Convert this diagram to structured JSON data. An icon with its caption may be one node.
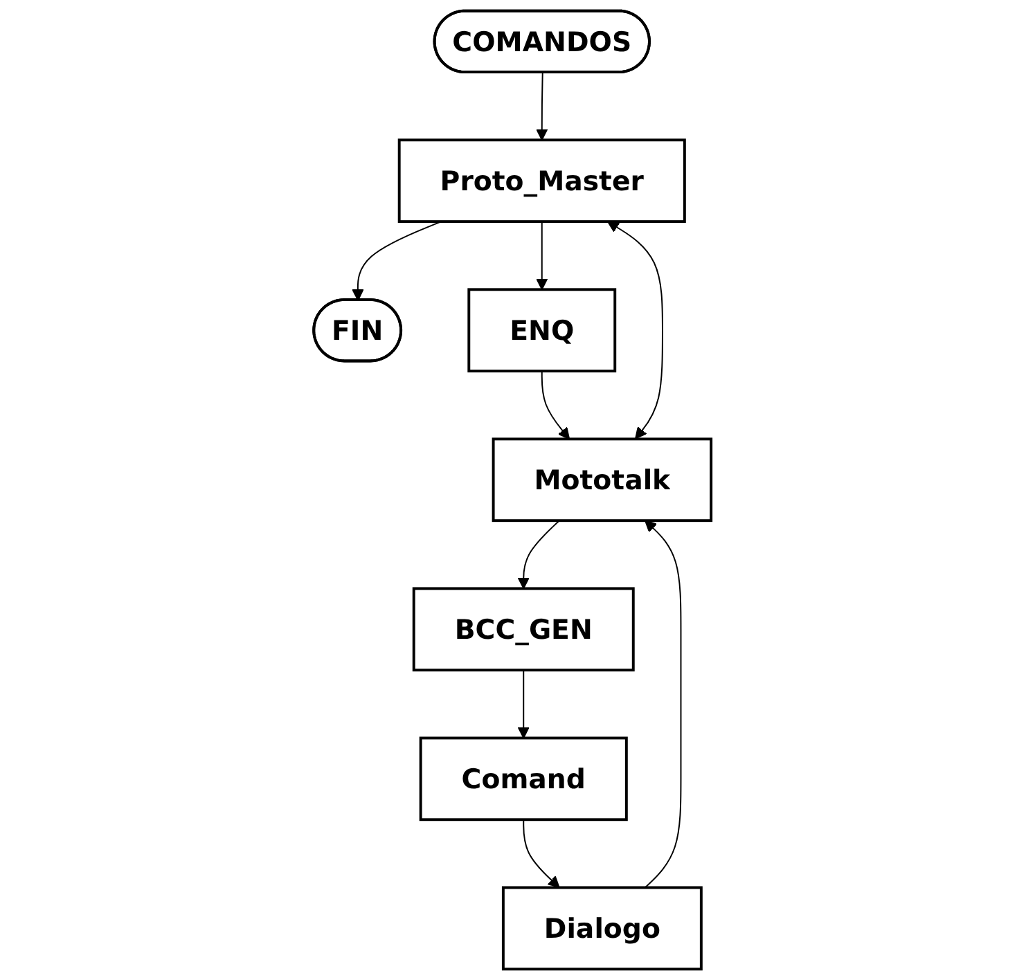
{
  "diagram": {
    "nodes": [
      {
        "text": [
          "COMANDOS"
        ]
      },
      {
        "text": [
          "Proto_Master"
        ]
      },
      {
        "text": [
          "FIN"
        ]
      },
      {
        "text": [
          "ENQ"
        ]
      },
      {
        "text": [
          "Dialogo"
        ]
      },
      {
        "text": [
          "Mototalk"
        ]
      },
      {
        "text": [
          "Comand"
        ]
      },
      {
        "text": [
          "BCC_GEN"
        ]
      }
    ],
    "edges": [
      {
        "from": 0,
        "to": 1,
        "arrow": "to"
      },
      {
        "from": 1,
        "to": 2,
        "arrow": "to"
      },
      {
        "from": 1,
        "to": 3,
        "arrow": "to"
      },
      {
        "from": 3,
        "to": 5,
        "arrow": "to"
      },
      {
        "from": 5,
        "to": 1,
        "arrow": "both"
      },
      {
        "from": 4,
        "to": 5,
        "arrow": "to"
      },
      {
        "from": 5,
        "to": 7,
        "arrow": "to"
      },
      {
        "from": 7,
        "to": 6,
        "arrow": "to"
      },
      {
        "from": 6,
        "to": 4,
        "arrow": "to"
      }
    ]
  }
}
